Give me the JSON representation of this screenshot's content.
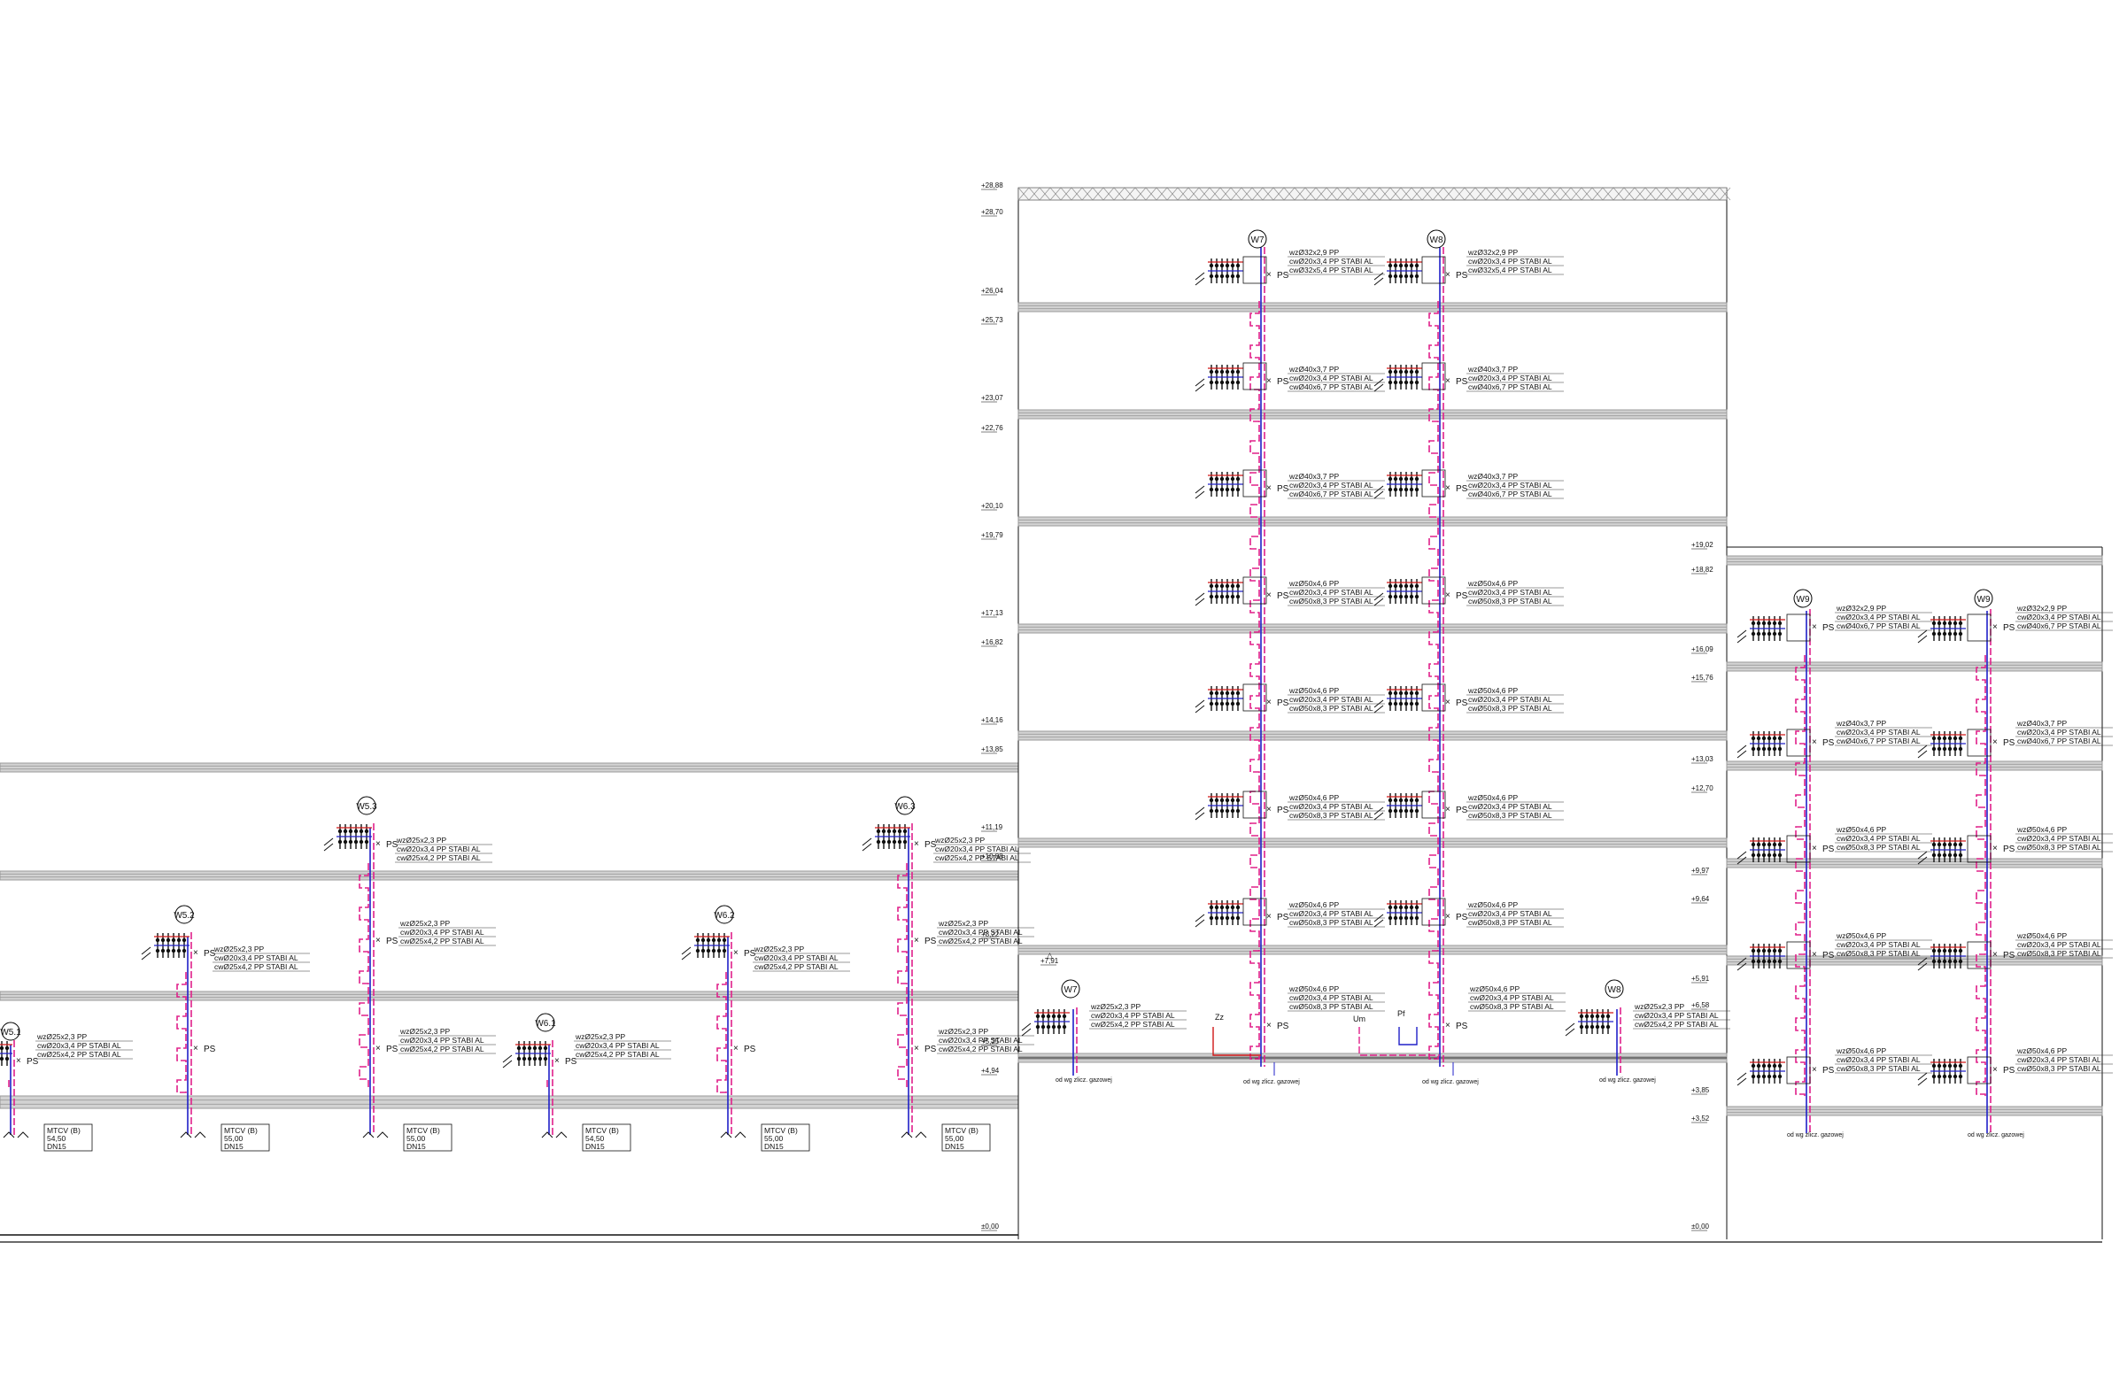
{
  "colors": {
    "line": "#000000",
    "slab": "#9a9a9a",
    "pipe_blue": "#2020c8",
    "pipe_magenta": "#e0208a",
    "pipe_red": "#d01818"
  },
  "labels": {
    "ps": "PS",
    "from_meter": "od wg zlicz. gazowej",
    "zz": "Zz",
    "um": "Um",
    "pf": "Pf"
  },
  "elevations_tower": [
    "+28,88",
    "+28,70",
    "+26,04",
    "+25,73",
    "+23,07",
    "+22,76",
    "+20,10",
    "+19,79",
    "+17,13",
    "+16,82",
    "+14,16",
    "+13,85",
    "+11,19",
    "+10,88",
    "+8,22",
    "+5,25",
    "+4,94",
    "±0,00"
  ],
  "elevations_lobby": [
    "+7,91"
  ],
  "elevations_right": [
    "+19,02",
    "+18,82",
    "+16,09",
    "+15,76",
    "+13,03",
    "+12,70",
    "+9,97",
    "+9,64",
    "+5,91",
    "+6,58",
    "+3,85",
    "+3,52",
    "±0,00"
  ],
  "risers": [
    {
      "id": "W5.1",
      "spec": [
        "wzØ25x2,3 PP",
        "cwØ20x3,4 PP STABI AL",
        "cwØ25x4,2 PP STABI AL"
      ],
      "meter": [
        "MTCV (B)",
        "54,50",
        "DN15"
      ]
    },
    {
      "id": "W5.2",
      "spec": [
        "wzØ25x2,3 PP",
        "cwØ20x3,4 PP STABI AL",
        "cwØ25x4,2 PP STABI AL"
      ],
      "meter": [
        "MTCV (B)",
        "55,00",
        "DN15"
      ]
    },
    {
      "id": "W5.3",
      "spec": [
        "wzØ25x2,3 PP",
        "cwØ20x3,4 PP STABI AL",
        "cwØ25x4,2 PP STABI AL"
      ],
      "meter": [
        "MTCV (B)",
        "55,00",
        "DN15"
      ]
    },
    {
      "id": "W6.1",
      "spec": [
        "wzØ25x2,3 PP",
        "cwØ20x3,4 PP STABI AL",
        "cwØ25x4,2 PP STABI AL"
      ],
      "meter": [
        "MTCV (B)",
        "54,50",
        "DN15"
      ]
    },
    {
      "id": "W6.2",
      "spec": [
        "wzØ25x2,3 PP",
        "cwØ20x3,4 PP STABI AL",
        "cwØ25x4,2 PP STABI AL"
      ],
      "meter": [
        "MTCV (B)",
        "55,00",
        "DN15"
      ]
    },
    {
      "id": "W6.3",
      "spec": [
        "wzØ25x2,3 PP",
        "cwØ20x3,4 PP STABI AL",
        "cwØ25x4,2 PP STABI AL"
      ],
      "meter": [
        "MTCV (B)",
        "55,00",
        "DN15"
      ]
    },
    {
      "id": "W7"
    },
    {
      "id": "W8"
    },
    {
      "id": "W9"
    }
  ],
  "tower_specs": [
    [
      "wzØ32x2,9 PP",
      "cwØ20x3,4 PP STABI AL",
      "cwØ32x5,4 PP STABI AL"
    ],
    [
      "wzØ40x3,7 PP",
      "cwØ20x3,4 PP STABI AL",
      "cwØ40x6,7 PP STABI AL"
    ],
    [
      "wzØ40x3,7 PP",
      "cwØ20x3,4 PP STABI AL",
      "cwØ40x6,7 PP STABI AL"
    ],
    [
      "wzØ50x4,6 PP",
      "cwØ20x3,4 PP STABI AL",
      "cwØ50x8,3 PP STABI AL"
    ],
    [
      "wzØ50x4,6 PP",
      "cwØ20x3,4 PP STABI AL",
      "cwØ50x8,3 PP STABI AL"
    ],
    [
      "wzØ50x4,6 PP",
      "cwØ20x3,4 PP STABI AL",
      "cwØ50x8,3 PP STABI AL"
    ],
    [
      "wzØ50x4,6 PP",
      "cwØ20x3,4 PP STABI AL",
      "cwØ50x8,3 PP STABI AL"
    ],
    [
      "wzØ50x4,6 PP",
      "cwØ20x3,4 PP STABI AL",
      "cwØ50x8,3 PP STABI AL"
    ]
  ],
  "lobby_spec": [
    "wzØ25x2,3 PP",
    "cwØ20x3,4 PP STABI AL",
    "cwØ25x4,2 PP STABI AL"
  ],
  "right_specs": [
    [
      "wzØ32x2,9 PP",
      "cwØ20x3,4 PP STABI AL",
      "cwØ40x6,7 PP STABI AL"
    ],
    [
      "wzØ40x3,7 PP",
      "cwØ20x3,4 PP STABI AL",
      "cwØ40x6,7 PP STABI AL"
    ],
    [
      "wzØ50x4,6 PP",
      "cwØ20x3,4 PP STABI AL",
      "cwØ50x8,3 PP STABI AL"
    ],
    [
      "wzØ50x4,6 PP",
      "cwØ20x3,4 PP STABI AL",
      "cwØ50x8,3 PP STABI AL"
    ],
    [
      "wzØ50x4,6 PP",
      "cwØ20x3,4 PP STABI AL",
      "cwØ50x8,3 PP STABI AL"
    ]
  ]
}
